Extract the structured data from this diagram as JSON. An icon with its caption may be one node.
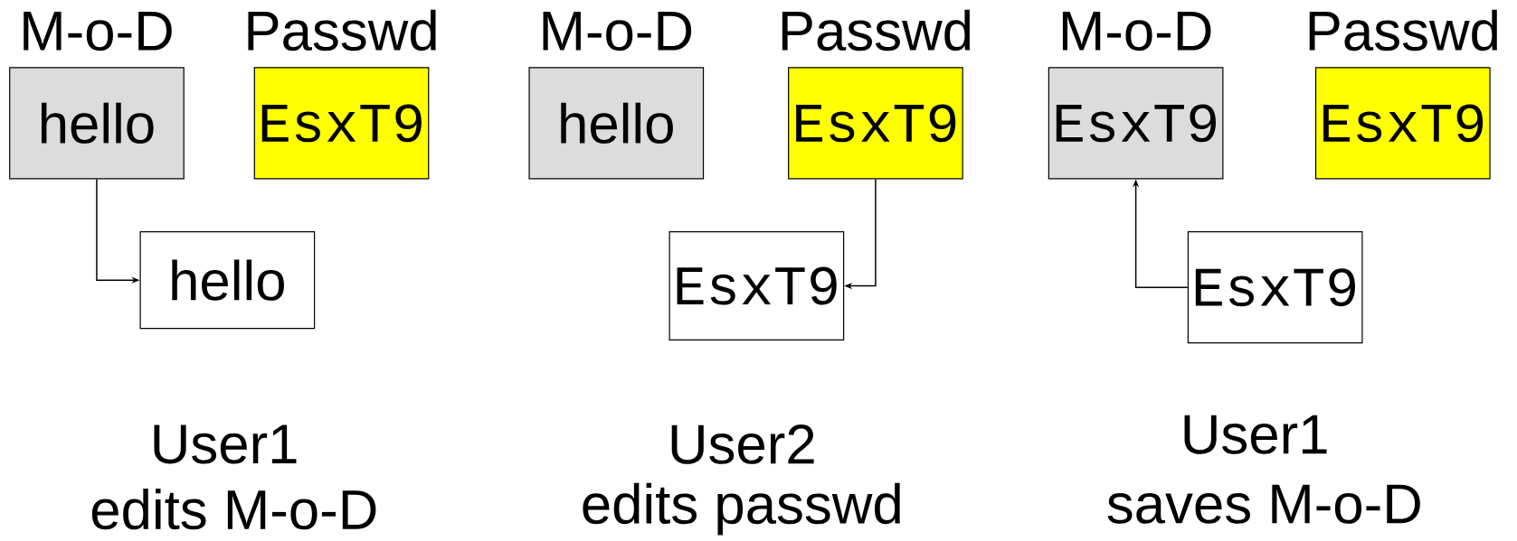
{
  "diagram": {
    "nodes": [
      {
        "text": [
          "M-o-D",
          "hello"
        ]
      },
      {
        "text": [
          "Passwd",
          "EsxT9"
        ]
      },
      {
        "text": [
          "hello"
        ]
      },
      {
        "text": [
          "M-o-D",
          "hello"
        ]
      },
      {
        "text": [
          "Passwd",
          "EsxT9"
        ]
      },
      {
        "text": [
          "EsxT9"
        ]
      },
      {
        "text": [
          "M-o-D",
          "EsxT9"
        ]
      },
      {
        "text": [
          "Passwd",
          "EsxT9"
        ]
      },
      {
        "text": [
          "EsxT9"
        ]
      }
    ],
    "edges": [
      {
        "from": 0,
        "to": 2,
        "arrow": "to"
      },
      {
        "from": 4,
        "to": 5,
        "arrow": "to"
      },
      {
        "from": 8,
        "to": 6,
        "arrow": "to"
      }
    ],
    "labels": [
      "User1",
      "edits M-o-D",
      "User2",
      "edits passwd",
      "User1",
      "saves M-o-D"
    ]
  }
}
